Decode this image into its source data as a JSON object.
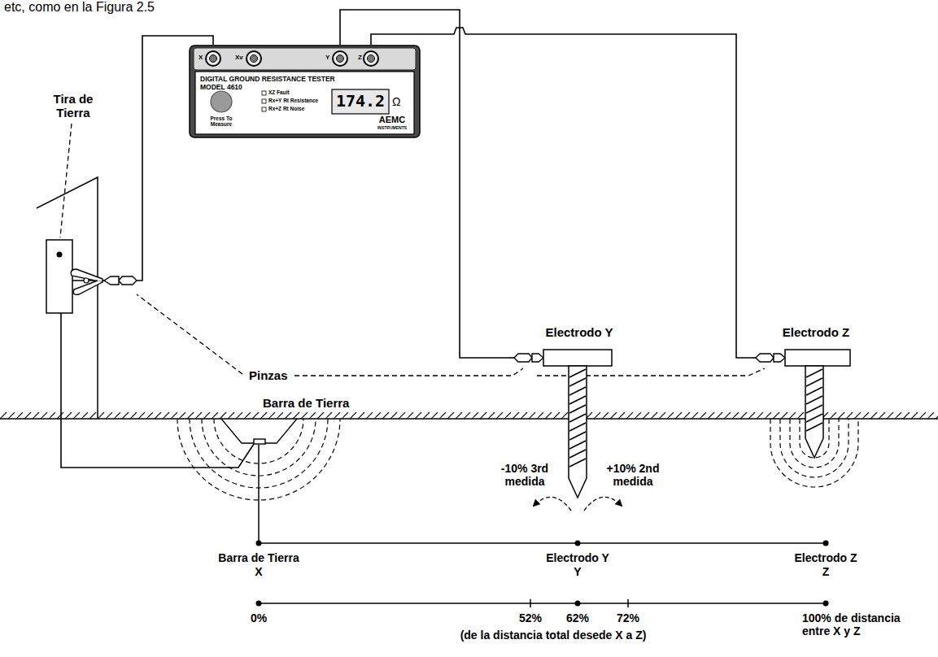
{
  "diagram": {
    "nodes": [
      {
        "text": [
          "DIGITAL GROUND RESISTANCE TESTER",
          "MODEL 4610"
        ]
      },
      {
        "text": [
          "Barra de Tierra"
        ]
      },
      {
        "text": [
          "Electrodo Y"
        ]
      },
      {
        "text": [
          "Electrodo Z"
        ]
      }
    ],
    "edges": [
      {
        "from": 0,
        "to": 1,
        "arrow": "none"
      },
      {
        "from": 0,
        "to": 2,
        "arrow": "none"
      },
      {
        "from": 0,
        "to": 3,
        "arrow": "none"
      }
    ],
    "labels": [
      "etc, como en la Figura 2.5",
      "Tira de Tierra",
      "X",
      "Xv",
      "Y",
      "Z",
      "XZ Fault",
      "Rx+Y Rt Resistance",
      "Rx+Z Rt Noise",
      "Press To Measure",
      "174.2",
      "Ω",
      "AEMC",
      "INSTRUMENTS",
      "Pinzas",
      "-10% 3rd medida",
      "+10% 2nd medida",
      "Barra de Tierra",
      "X",
      "Electrodo Y",
      "Y",
      "Electrodo Z",
      "Z",
      "0%",
      "52%",
      "62%",
      "72%",
      "100% de distancia entre X y Z",
      "(de la distancia total desede X a Z)"
    ]
  }
}
